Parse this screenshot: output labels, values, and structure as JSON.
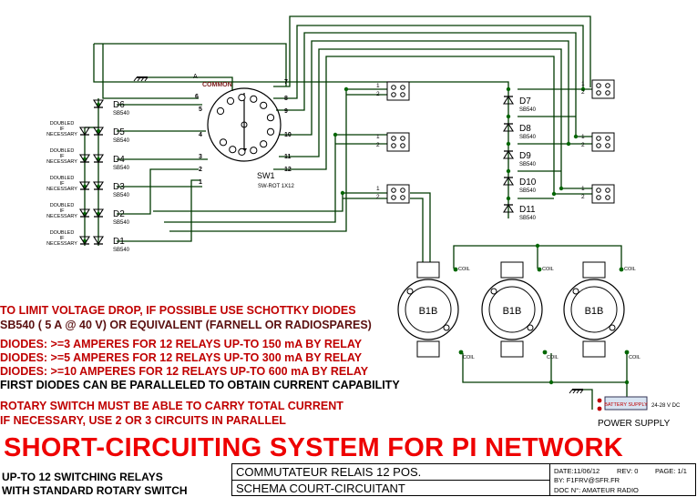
{
  "schematic": {
    "sw_name": "SW1",
    "sw_type": "SW-ROT 1X12",
    "common_label": "COMMON",
    "wire_a": "A",
    "positions": [
      "1",
      "2",
      "3",
      "4",
      "5",
      "6",
      "7",
      "8",
      "9",
      "10",
      "11",
      "12"
    ],
    "diodes_left": [
      {
        "name": "D6",
        "part": "SB540"
      },
      {
        "name": "D5",
        "part": "SB540"
      },
      {
        "name": "D4",
        "part": "SB540"
      },
      {
        "name": "D3",
        "part": "SB540"
      },
      {
        "name": "D2",
        "part": "SB540"
      },
      {
        "name": "D1",
        "part": "SB540"
      }
    ],
    "diodes_right": [
      {
        "name": "D7",
        "part": "SB540"
      },
      {
        "name": "D8",
        "part": "SB540"
      },
      {
        "name": "D9",
        "part": "SB540"
      },
      {
        "name": "D10",
        "part": "SB540"
      },
      {
        "name": "D11",
        "part": "SB540"
      }
    ],
    "doubled_line1": "DOUBLED",
    "doubled_line2": "IF",
    "doubled_line3": "NECESSARY",
    "connector_pins": [
      "1",
      "2"
    ],
    "relay_label": "B1B",
    "coil_label": "COIL",
    "battery_label": "BATTERY SUPPLY",
    "voltage": "24-28 V DC",
    "power_supply": "POWER SUPPLY"
  },
  "notes": {
    "line1": "TO LIMIT VOLTAGE DROP, IF POSSIBLE USE SCHOTTKY DIODES",
    "line2": "SB540 ( 5 A @ 40 V) OR EQUIVALENT (FARNELL OR RADIOSPARES)",
    "line3": "DIODES: >=3 AMPERES FOR 12 RELAYS UP-TO 150 mA BY RELAY",
    "line4": "DIODES: >=5 AMPERES FOR 12 RELAYS UP-TO 300 mA BY RELAY",
    "line5": "DIODES: >=10 AMPERES FOR 12 RELAYS UP-TO 600 mA BY RELAY",
    "line6": "FIRST DIODES CAN BE PARALLELED TO OBTAIN CURRENT CAPABILITY",
    "line7": "ROTARY SWITCH MUST BE ABLE TO CARRY TOTAL CURRENT",
    "line8": "IF NECESSARY, USE 2 OR 3 CIRCUITS IN PARALLEL"
  },
  "title": "SHORT-CIRCUITING SYSTEM FOR PI NETWORK",
  "subtitle1": "UP-TO 12 SWITCHING RELAYS",
  "subtitle2": "WITH STANDARD ROTARY SWITCH",
  "title_block": {
    "row1": "COMMUTATEUR RELAIS 12 POS.",
    "row2": "SCHEMA COURT-CIRCUITANT",
    "date": "DATE:11/06/12",
    "rev": "REV: 0",
    "page": "PAGE: 1/1",
    "by": "BY: F1FRV@SFR.FR",
    "doc": "DOC N°: AMATEUR RADIO"
  },
  "colors": {
    "wire": "#003a00",
    "junction": "#006600",
    "red_text": "#c00000",
    "title_red": "#ee0000",
    "label_brown": "#7a1a1a"
  }
}
